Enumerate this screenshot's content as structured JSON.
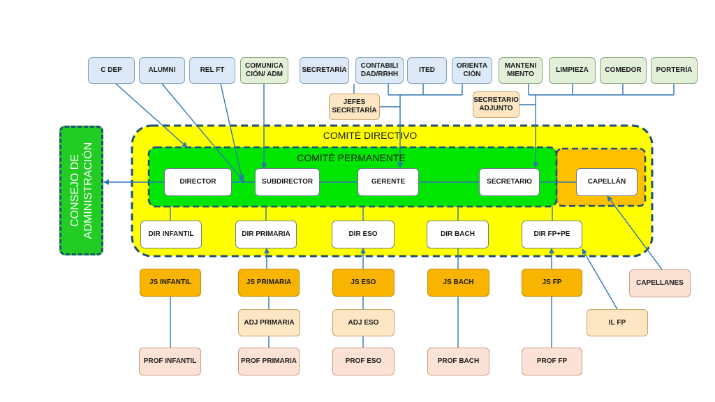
{
  "consejo": "CONSEJO DE ADMINISTRACIÓN",
  "comite_directivo": "COMITÉ DIRECTIVO",
  "comite_permanente": "COMITÉ PERMANENTE",
  "top": {
    "c_dep": "C DEP",
    "alumni": "ALUMNI",
    "rel_ft": "REL FT",
    "comunicacion_adm": "COMUNICA CIÓN/ ADM",
    "secretaria": "SECRETARÍA",
    "contabilidad": "CONTABILI DAD/RRHH",
    "ited": "ITED",
    "orientacion": "ORIENTA CIÓN",
    "mantenimiento": "MANTENI MIENTO",
    "limpieza": "LIMPIEZA",
    "comedor": "COMEDOR",
    "porteria": "PORTERÍA"
  },
  "jefes_secretaria": "JEFES SECRETARÍA",
  "secretario_adjunto": "SECRETARIO ADJUNTO",
  "permanente": {
    "director": "DIRECTOR",
    "subdirector": "SUBDIRECTOR",
    "gerente": "GERENTE",
    "secretario": "SECRETARIO"
  },
  "capellan": "CAPELLÁN",
  "dirs": {
    "infantil": "DIR INFANTIL",
    "primaria": "DIR PRIMARIA",
    "eso": "DIR ESO",
    "bach": "DIR BACH",
    "fp": "DIR FP+PE"
  },
  "js": {
    "infantil": "JS INFANTIL",
    "primaria": "JS PRIMARIA",
    "eso": "JS ESO",
    "bach": "JS BACH",
    "fp": "JS FP"
  },
  "adj": {
    "primaria": "ADJ PRIMARIA",
    "eso": "ADJ ESO"
  },
  "il_fp": "IL FP",
  "capellanes": "CAPELLANES",
  "prof": {
    "infantil": "PROF INFANTIL",
    "primaria": "PROF PRIMARIA",
    "eso": "PROF ESO",
    "bach": "PROF BACH",
    "fp": "PROF FP"
  },
  "colors": {
    "directivo_fill": "#ffff00",
    "permanente_fill": "#00e600",
    "capellan_zone_fill": "#ffc000",
    "border": "#1f4e79",
    "connector": "#2e75b6"
  }
}
